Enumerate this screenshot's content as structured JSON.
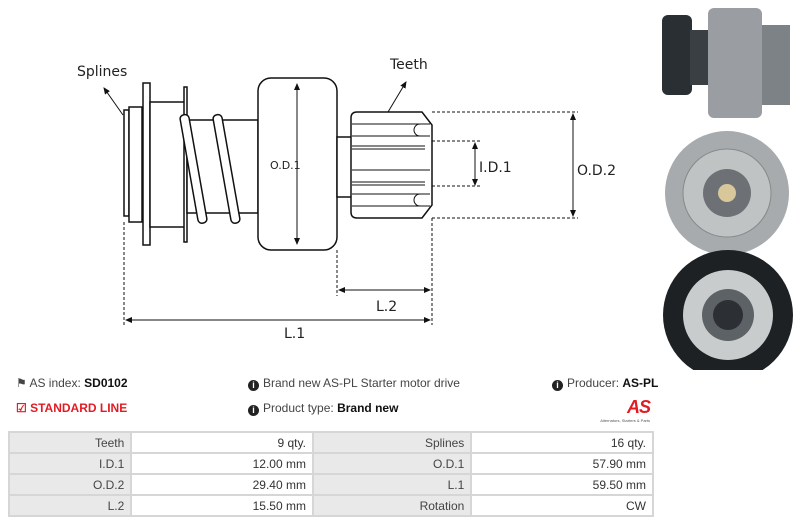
{
  "diagram": {
    "splines_label": "Splines",
    "teeth_label": "Teeth",
    "od1_label": "O.D.1",
    "od2_label": "O.D.2",
    "id1_label": "I.D.1",
    "l1_label": "L.1",
    "l2_label": "L.2"
  },
  "info": {
    "as_index_label": "AS index:",
    "as_index_value": "SD0102",
    "line_label": "STANDARD LINE",
    "description": "Brand new AS-PL Starter motor drive",
    "product_type_label": "Product type:",
    "product_type_value": "Brand new",
    "producer_label": "Producer:",
    "producer_value": "AS-PL",
    "logo_text": "AS",
    "logo_sub": "Alternators, Starters & Parts"
  },
  "specs": [
    {
      "k1": "Teeth",
      "v1": "9 qty.",
      "k2": "Splines",
      "v2": "16 qty."
    },
    {
      "k1": "I.D.1",
      "v1": "12.00 mm",
      "k2": "O.D.1",
      "v2": "57.90 mm"
    },
    {
      "k1": "O.D.2",
      "v1": "29.40 mm",
      "k2": "L.1",
      "v2": "59.50 mm"
    },
    {
      "k1": "L.2",
      "v1": "15.50 mm",
      "k2": "Rotation",
      "v2": "CW"
    }
  ],
  "colors": {
    "accent": "#e21b23"
  }
}
